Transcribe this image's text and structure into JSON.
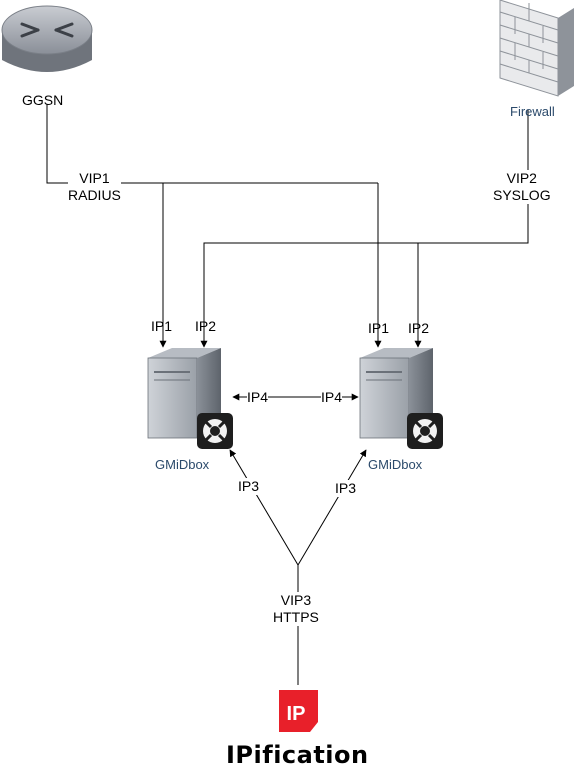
{
  "nodes": {
    "ggsn": "GGSN",
    "firewall": "Firewall",
    "gmidbox_left": "GMiDbox",
    "gmidbox_right": "GMiDbox",
    "ipification": "IPification",
    "ip_logo_text": "IP"
  },
  "edges": {
    "vip1_line1": "VIP1",
    "vip1_line2": "RADIUS",
    "vip2_line1": "VIP2",
    "vip2_line2": "SYSLOG",
    "vip3_line1": "VIP3",
    "vip3_line2": "HTTPS",
    "left_ip1": "IP1",
    "left_ip2": "IP2",
    "right_ip1": "IP1",
    "right_ip2": "IP2",
    "ip4_left": "IP4",
    "ip4_right": "IP4",
    "ip3_left": "IP3",
    "ip3_right": "IP3"
  },
  "colors": {
    "line": "#000000",
    "node_label": "#2b4a6b",
    "ip_logo": "#e8202a"
  }
}
